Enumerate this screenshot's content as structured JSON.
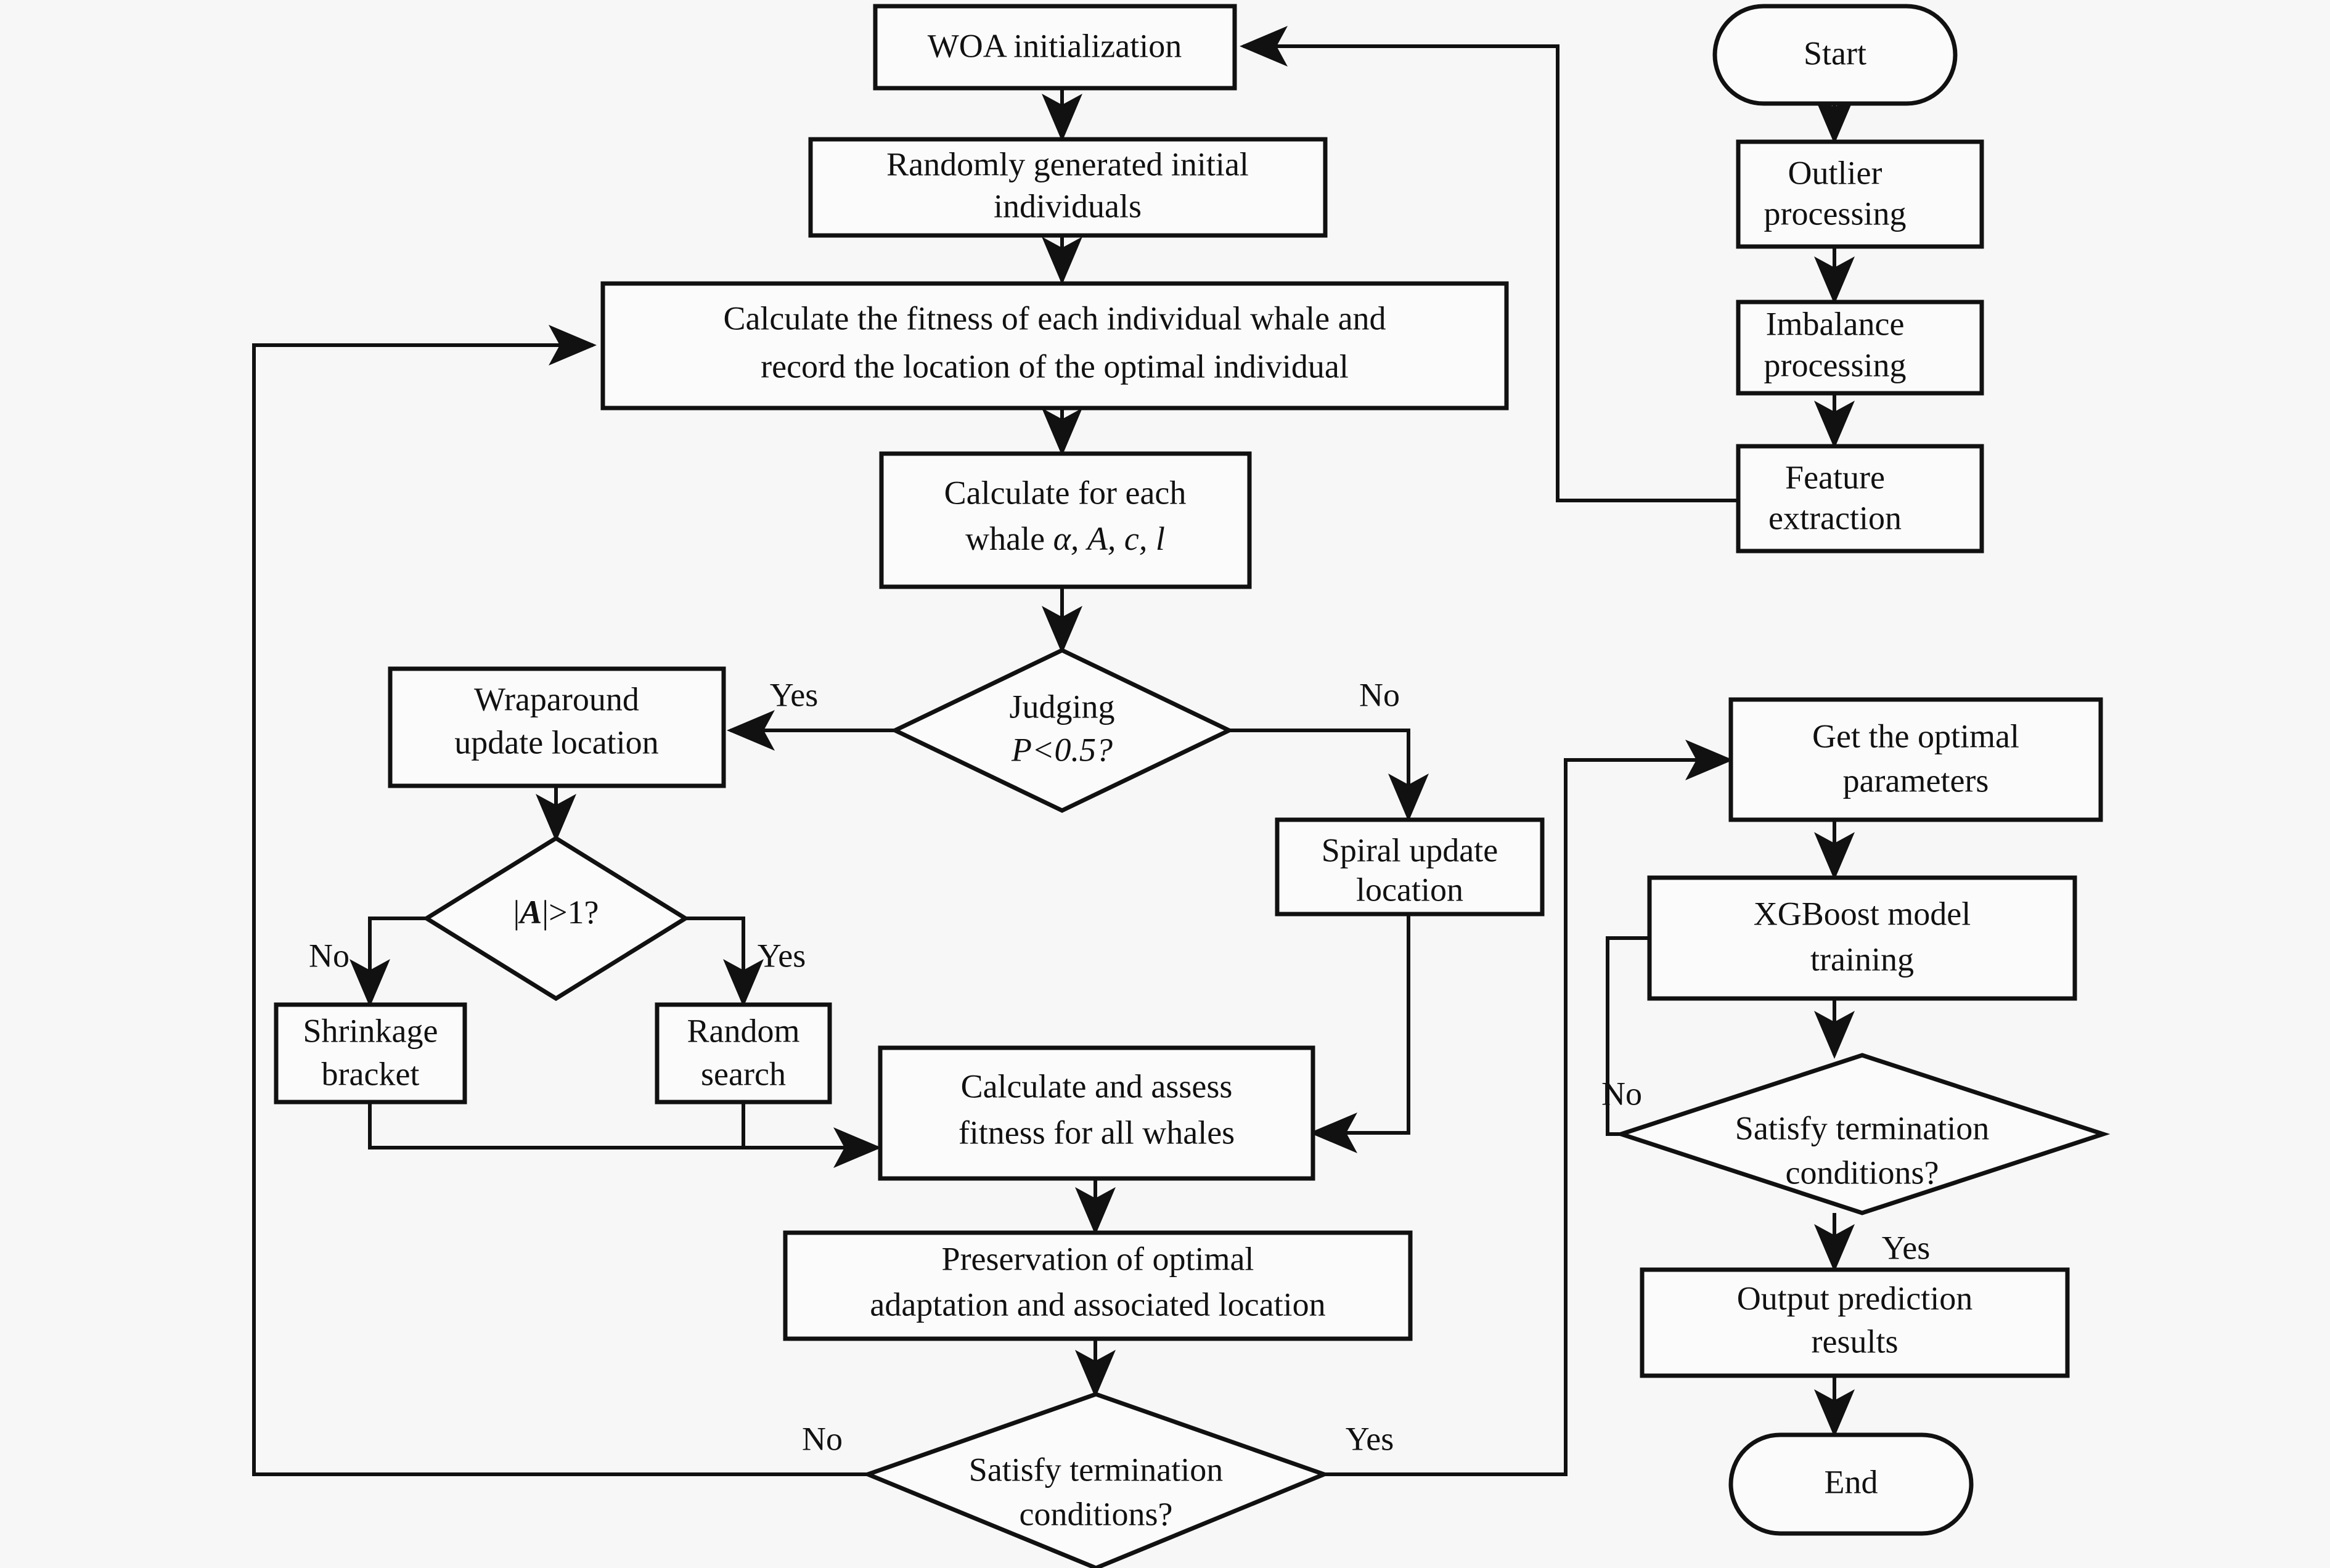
{
  "diagram": {
    "title": "WOA-XGBoost prediction flowchart",
    "background_color": "#f7f7f7",
    "shape_fill": "#fbfbfb",
    "line_color": "#111111"
  },
  "nodes": {
    "woa_init": {
      "label": "WOA initialization",
      "shape": "rect"
    },
    "random_individuals": {
      "line1": "Randomly generated initial",
      "line2": "individuals",
      "shape": "rect"
    },
    "calc_fitness": {
      "line1": "Calculate the fitness of each individual whale and",
      "line2": "record the location of the optimal individual",
      "shape": "rect"
    },
    "calc_each_whale": {
      "line1": "Calculate for each",
      "line2_prefix": "whale ",
      "line2_vars": "α, A, c, l",
      "shape": "rect"
    },
    "judging": {
      "line1": "Judging",
      "line2": "P<0.5?",
      "shape": "diamond"
    },
    "wraparound": {
      "line1": "Wraparound",
      "line2": "update location",
      "shape": "rect"
    },
    "abs_a": {
      "label": "|A|>1?",
      "shape": "diamond"
    },
    "shrinkage": {
      "line1": "Shrinkage",
      "line2": "bracket",
      "shape": "rect"
    },
    "random_search": {
      "line1": "Random",
      "line2": "search",
      "shape": "rect"
    },
    "spiral_update": {
      "line1": "Spiral update",
      "line2": "location",
      "shape": "rect"
    },
    "calc_assess": {
      "line1": "Calculate and assess",
      "line2": "fitness for all whales",
      "shape": "rect"
    },
    "preservation": {
      "line1": "Preservation of optimal",
      "line2": "adaptation and associated location",
      "shape": "rect"
    },
    "satisfy_left": {
      "line1": "Satisfy termination",
      "line2": "conditions?",
      "shape": "diamond"
    },
    "start": {
      "label": "Start",
      "shape": "stadium"
    },
    "outlier": {
      "line1": "Outlier",
      "line2": "processing",
      "shape": "rect"
    },
    "imbalance": {
      "line1": "Imbalance",
      "line2": "processing",
      "shape": "rect"
    },
    "feature_extraction": {
      "line1": "Feature",
      "line2": "extraction",
      "shape": "rect"
    },
    "get_optimal_params": {
      "line1": "Get the optimal",
      "line2": "parameters",
      "shape": "rect"
    },
    "xgboost_training": {
      "line1": "XGBoost model",
      "line2": "training",
      "shape": "rect"
    },
    "satisfy_right": {
      "line1": "Satisfy termination",
      "line2": "conditions?",
      "shape": "diamond"
    },
    "output_prediction": {
      "line1": "Output prediction",
      "line2": "results",
      "shape": "rect"
    },
    "end": {
      "label": "End",
      "shape": "stadium"
    }
  },
  "edge_labels": {
    "judging_yes": "Yes",
    "judging_no": "No",
    "absa_no": "No",
    "absa_yes": "Yes",
    "satisfy_left_no": "No",
    "satisfy_left_yes": "Yes",
    "satisfy_right_no": "No",
    "satisfy_right_yes": "Yes"
  }
}
